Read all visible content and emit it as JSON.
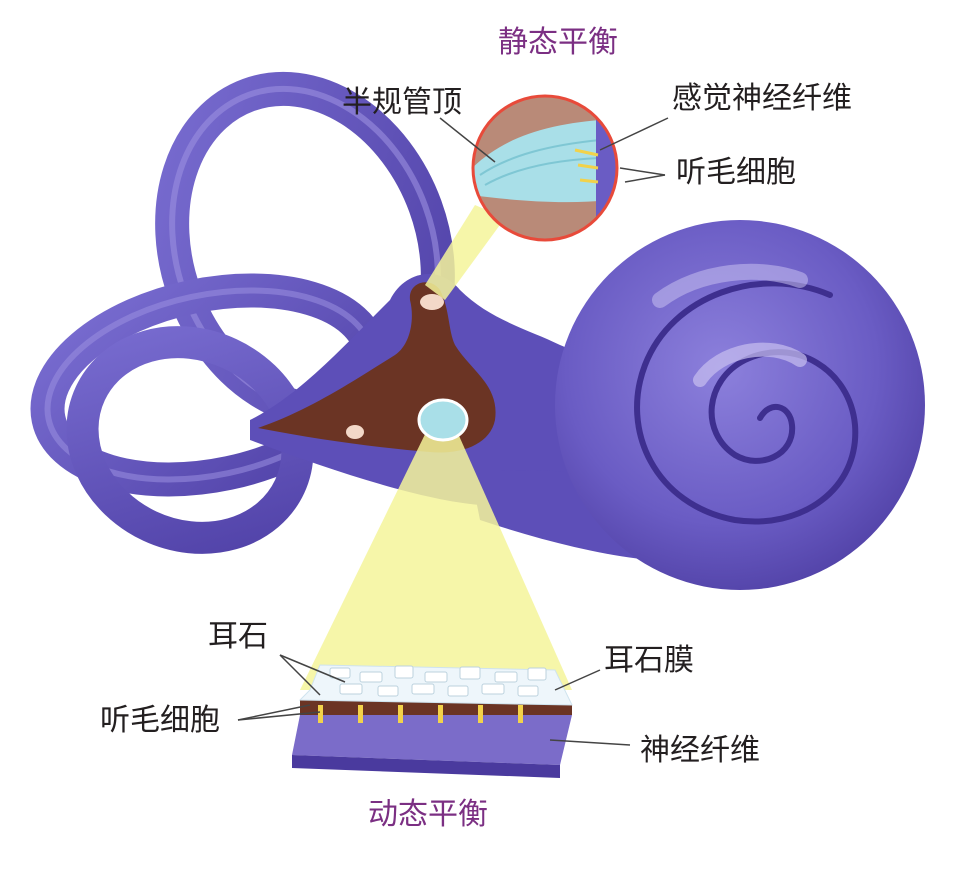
{
  "titles": {
    "static_balance": "静态平衡",
    "dynamic_balance": "动态平衡"
  },
  "labels": {
    "ampulla_cupula": "半规管顶",
    "sensory_nerve_fiber": "感觉神经纤维",
    "hair_cells_top": "听毛细胞",
    "otoliths": "耳石",
    "otolith_membrane": "耳石膜",
    "hair_cells_bottom": "听毛细胞",
    "nerve_fiber": "神经纤维"
  },
  "colors": {
    "labyrinth": "#6a5cc4",
    "labyrinth_dark": "#4a3a9e",
    "labyrinth_light": "#9b90e0",
    "vestibule": "#6b3424",
    "beam": "#f4f49a",
    "cupula": "#a9dfe8",
    "title": "#7b2f83"
  }
}
